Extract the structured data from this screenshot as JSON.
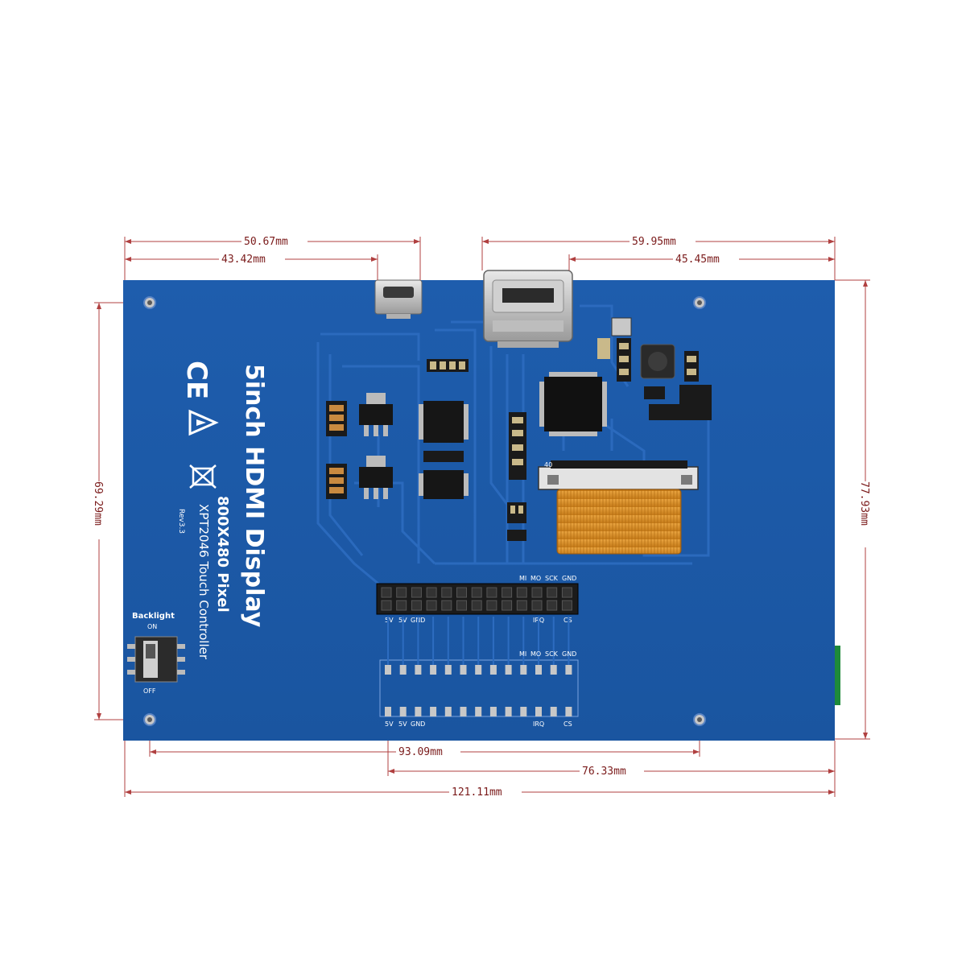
{
  "dimensions": {
    "top_outer_left": "50.67mm",
    "top_inner_left": "43.42mm",
    "top_outer_right": "59.95mm",
    "top_inner_right": "45.45mm",
    "left_height": "69.29mm",
    "right_height": "77.93mm",
    "bottom_holes": "93.09mm",
    "bottom_right": "76.33mm",
    "bottom_total": "121.11mm"
  },
  "board": {
    "title": "5inch HDMI Display",
    "resolution": "800X480 Pixel",
    "touch": "XPT2046 Touch Controller",
    "revision": "Rev3.3",
    "backlight_label": "Backlight",
    "switch_on": "ON",
    "switch_off": "OFF",
    "fpc_pin": "40",
    "header_top_labels": [
      "MI",
      "MO",
      "SCK",
      "GND"
    ],
    "header_bottom_labels": [
      "5V",
      "5V",
      "GND",
      "IRQ",
      "CS"
    ],
    "pad_top_labels": [
      "MI",
      "MO",
      "SCK",
      "GND"
    ],
    "pad_bottom_labels": [
      "5V",
      "5V",
      "GND",
      "IRQ",
      "CS"
    ],
    "cert_ce": "CE"
  },
  "colors": {
    "board_blue": "#1d5aa8",
    "dimension_red": "#b04040"
  }
}
